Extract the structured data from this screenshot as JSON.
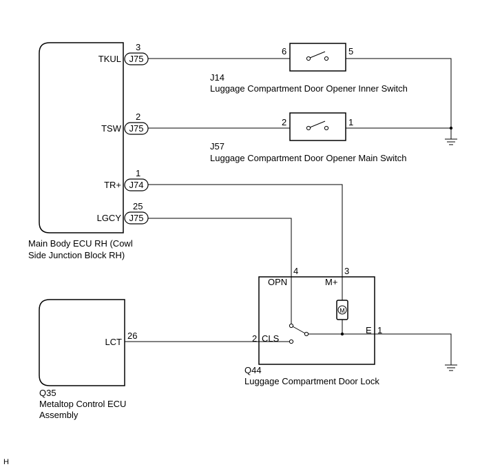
{
  "main_ecu": {
    "label_line1": "Main Body ECU RH (Cowl",
    "label_line2": "Side Junction Block RH)",
    "pins": [
      {
        "name": "TKUL",
        "connector": "J75",
        "pin": "3"
      },
      {
        "name": "TSW",
        "connector": "J75",
        "pin": "2"
      },
      {
        "name": "TR+",
        "connector": "J74",
        "pin": "1"
      },
      {
        "name": "LGCY",
        "connector": "J75",
        "pin": "25"
      }
    ]
  },
  "inner_switch": {
    "code": "J14",
    "label": "Luggage Compartment Door Opener Inner Switch",
    "pin_left": "6",
    "pin_right": "5"
  },
  "main_switch": {
    "code": "J57",
    "label": "Luggage Compartment Door Opener Main Switch",
    "pin_left": "2",
    "pin_right": "1"
  },
  "door_lock": {
    "code": "Q44",
    "label": "Luggage Compartment Door Lock",
    "pin_opn_name": "OPN",
    "pin_opn_num": "4",
    "pin_m_name": "M+",
    "pin_m_num": "3",
    "pin_cls_num": "2",
    "pin_cls_name": "CLS",
    "pin_e_name": "E",
    "pin_e_num": "1",
    "motor_symbol": "M"
  },
  "metaltop_ecu": {
    "code": "Q35",
    "label_line1": "Metaltop Control ECU",
    "label_line2": "Assembly",
    "pin_name": "LCT",
    "pin_num": "26"
  },
  "corner_mark": "H",
  "icons": [
    "ground-icon",
    "switch-icon",
    "motor-icon"
  ]
}
